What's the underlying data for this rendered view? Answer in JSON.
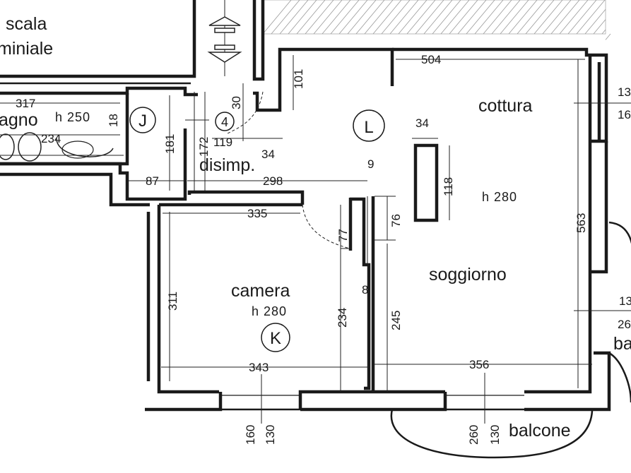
{
  "rooms": {
    "scala": "scala",
    "scala_cont": "miniale",
    "bagno": "agno",
    "bagno_h": "h 250",
    "disimpegno": "disimp.",
    "cottura": "cottura",
    "soggiorno": "soggiorno",
    "soggiorno_h": "h 280",
    "camera": "camera",
    "camera_h": "h 280",
    "balcone": "balcone",
    "balcone_right": "ba"
  },
  "markers": {
    "j": "J",
    "k": "K",
    "l": "L",
    "four": "4"
  },
  "dimensions": {
    "d317": "317",
    "d18": "18",
    "d234top": "234",
    "d181": "181",
    "d172": "172",
    "d30": "30",
    "d101": "101",
    "d119": "119",
    "d34a": "34",
    "d87": "87",
    "d298": "298",
    "d9": "9",
    "d504": "504",
    "d34b": "34",
    "d118": "118",
    "d335": "335",
    "d77": "77",
    "d76": "76",
    "d8": "8",
    "d311": "311",
    "d234": "234",
    "d245": "245",
    "d343": "343",
    "d356": "356",
    "d563": "563",
    "d160": "160",
    "d130a": "130",
    "d260": "260",
    "d130b": "130",
    "r13a": "13",
    "r16": "16",
    "r13b": "13",
    "r26": "26"
  }
}
